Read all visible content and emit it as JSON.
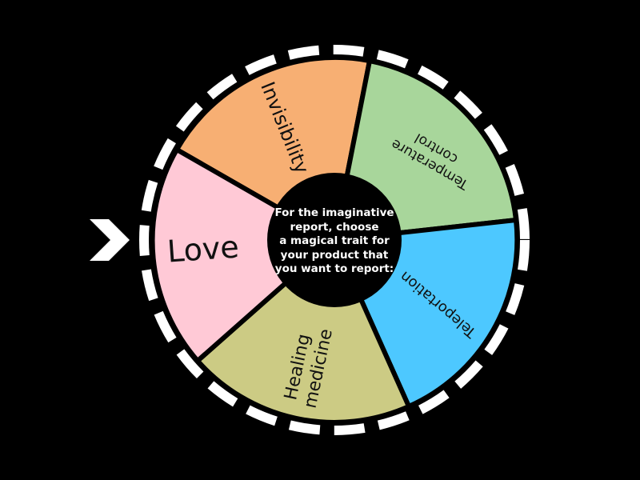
{
  "wheel": {
    "center_prompt_lines": [
      "For the imaginative",
      "report, choose",
      "a magical trait for",
      "your product that",
      "you want to report:"
    ],
    "segments": [
      {
        "label": "Invisibility",
        "color": "#F7AF73"
      },
      {
        "label": "Temperature control",
        "color": "#A8D69B"
      },
      {
        "label": "Teleportation",
        "color": "#4DC8FF"
      },
      {
        "label": "Healing medicine",
        "color": "#CCCB84"
      },
      {
        "label": "Love",
        "color": "#FFC9D6"
      }
    ],
    "background_color": "#000000",
    "pointer_icon": "chevron-right-icon"
  }
}
